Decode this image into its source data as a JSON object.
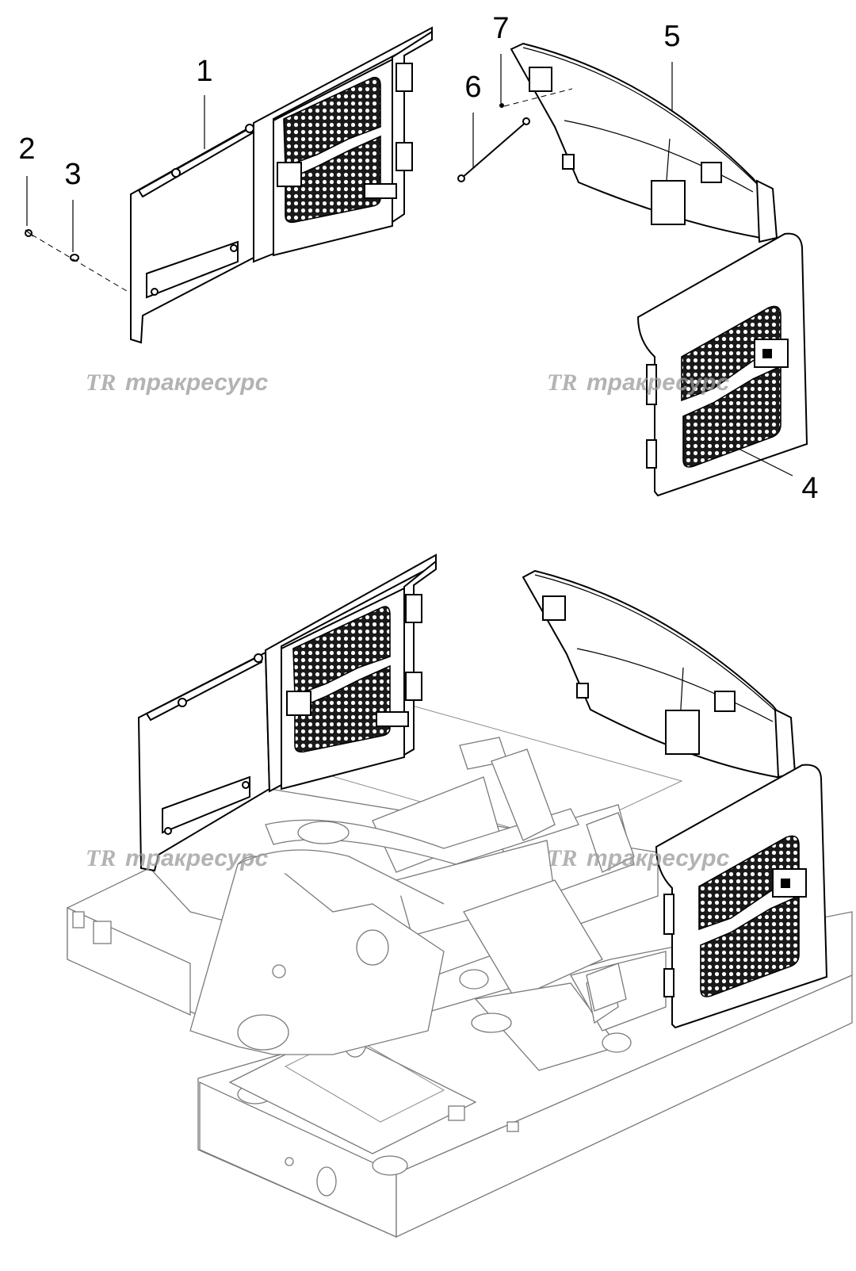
{
  "callouts": [
    {
      "id": "1",
      "label": "1"
    },
    {
      "id": "2",
      "label": "2"
    },
    {
      "id": "3",
      "label": "3"
    },
    {
      "id": "4",
      "label": "4"
    },
    {
      "id": "5",
      "label": "5"
    },
    {
      "id": "6",
      "label": "6"
    },
    {
      "id": "7",
      "label": "7"
    }
  ],
  "watermark": {
    "logo": "TR",
    "text": "тракресурс"
  },
  "colors": {
    "line": "#000000",
    "frame_line": "#7a7a7a",
    "watermark": "#9a9a9a",
    "background": "#ffffff"
  }
}
